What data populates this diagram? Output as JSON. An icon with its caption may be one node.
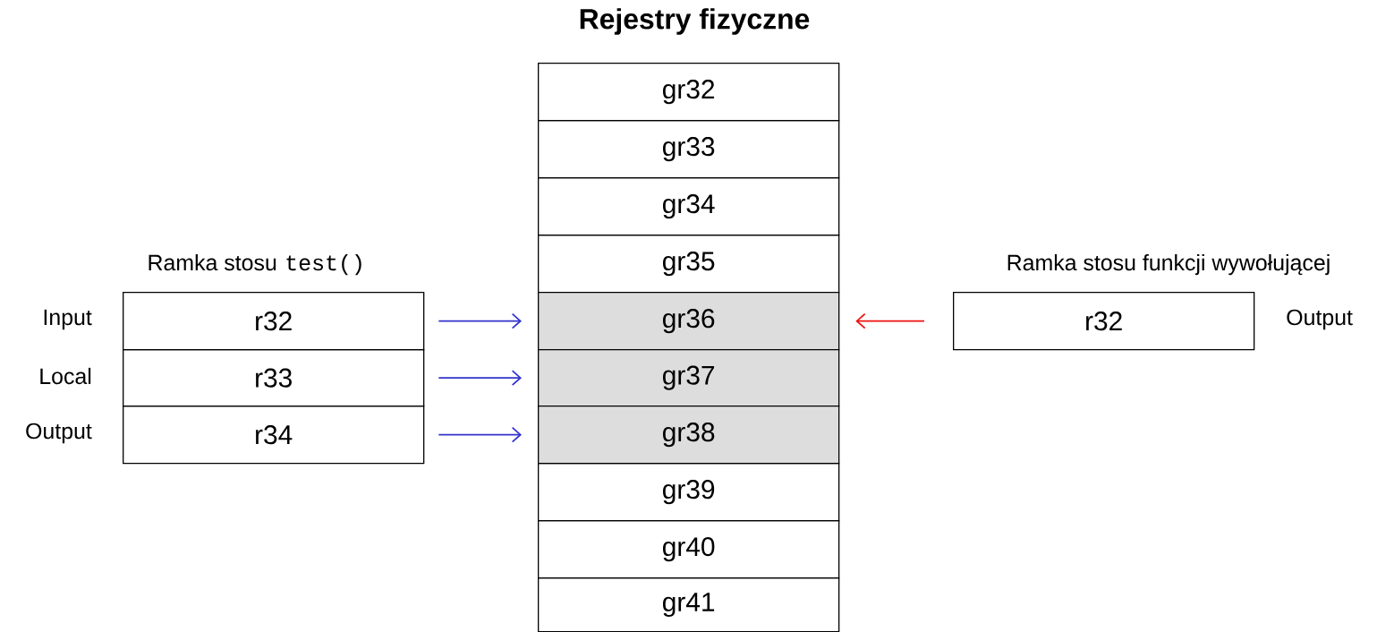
{
  "diagram": {
    "title": "Rejestry fizyczne",
    "nodes": [
      {
        "text": [
          "gr32"
        ]
      },
      {
        "text": [
          "gr33"
        ]
      },
      {
        "text": [
          "gr34"
        ]
      },
      {
        "text": [
          "gr35"
        ]
      },
      {
        "text": [
          "gr36"
        ]
      },
      {
        "text": [
          "gr37"
        ]
      },
      {
        "text": [
          "gr38"
        ]
      },
      {
        "text": [
          "gr39"
        ]
      },
      {
        "text": [
          "gr40"
        ]
      },
      {
        "text": [
          "gr41"
        ]
      },
      {
        "text": [
          "r32"
        ],
        "beside": [
          "Input"
        ]
      },
      {
        "text": [
          "r33"
        ],
        "beside": [
          "Local"
        ]
      },
      {
        "text": [
          "r34"
        ],
        "beside": [
          "Output"
        ]
      },
      {
        "text": [
          "r32"
        ],
        "beside": [
          "Output"
        ]
      }
    ],
    "edges": [
      {
        "from": 10,
        "to": 4,
        "arrow": "to"
      },
      {
        "from": 11,
        "to": 5,
        "arrow": "to"
      },
      {
        "from": 12,
        "to": 6,
        "arrow": "to"
      },
      {
        "from": 13,
        "to": 4,
        "arrow": "to",
        "color": "#ee1111"
      }
    ],
    "labels": [
      "Ramka stosu",
      "test()",
      "Ramka stosu funkcji wywołującej"
    ]
  }
}
